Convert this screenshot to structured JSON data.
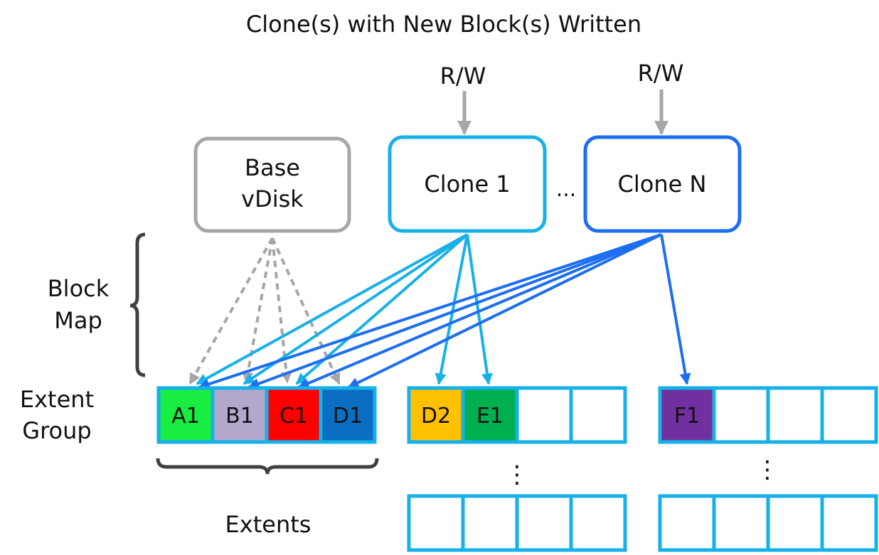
{
  "title": "Clone(s) with New Block(s) Written",
  "rw_label": "R/W",
  "ellipsis": "...",
  "vertical_ellipsis": "⋮",
  "base_vdisk": {
    "line1": "Base",
    "line2": "vDisk"
  },
  "clone1": {
    "label": "Clone 1"
  },
  "cloneN": {
    "label": "Clone N"
  },
  "block_map": {
    "line1": "Block",
    "line2": "Map"
  },
  "extent_group": {
    "line1": "Extent",
    "line2": "Group"
  },
  "extents_label": "Extents",
  "extent_groups": [
    {
      "cells": [
        {
          "label": "A1",
          "color": "#18ee42"
        },
        {
          "label": "B1",
          "color": "#b3a7cb"
        },
        {
          "label": "C1",
          "color": "#ff0000"
        },
        {
          "label": "D1",
          "color": "#0a6fc2"
        }
      ]
    },
    {
      "cells": [
        {
          "label": "D2",
          "color": "#ffc000"
        },
        {
          "label": "E1",
          "color": "#00b050"
        },
        {
          "label": "",
          "color": "#ffffff"
        },
        {
          "label": "",
          "color": "#ffffff"
        }
      ]
    },
    {
      "cells": [
        {
          "label": "F1",
          "color": "#7030a0"
        },
        {
          "label": "",
          "color": "#ffffff"
        },
        {
          "label": "",
          "color": "#ffffff"
        },
        {
          "label": "",
          "color": "#ffffff"
        }
      ]
    },
    {
      "cells": [
        {
          "label": "",
          "color": "#ffffff"
        },
        {
          "label": "",
          "color": "#ffffff"
        },
        {
          "label": "",
          "color": "#ffffff"
        },
        {
          "label": "",
          "color": "#ffffff"
        }
      ]
    },
    {
      "cells": [
        {
          "label": "",
          "color": "#ffffff"
        },
        {
          "label": "",
          "color": "#ffffff"
        },
        {
          "label": "",
          "color": "#ffffff"
        },
        {
          "label": "",
          "color": "#ffffff"
        }
      ]
    }
  ],
  "colors": {
    "base": "#a6a6a6",
    "clone1": "#17b0e8",
    "cloneN": "#1d6ef0",
    "cell_border": "#17b0e8",
    "brace": "#404040",
    "rw_arrow": "#a6a6a6"
  }
}
